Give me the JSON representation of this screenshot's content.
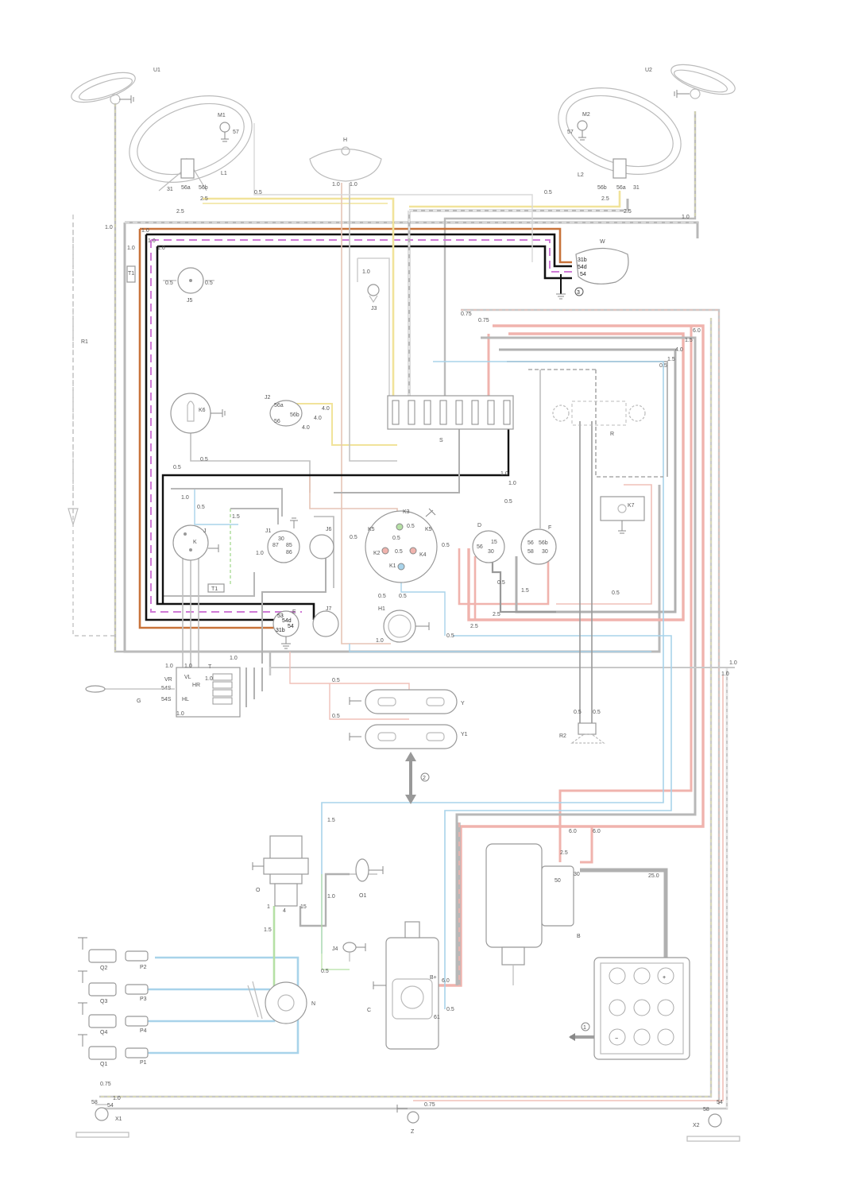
{
  "components": {
    "U1": "U1",
    "U2": "U2",
    "M1": "M1",
    "M2": "M2",
    "L1": "L1",
    "L2": "L2",
    "H": "H",
    "W": "W",
    "J3": "J3",
    "J5": "J5",
    "T1": "T1",
    "R1": "R1",
    "K6": "K6",
    "J2": "J2",
    "S": "S",
    "R": "R",
    "K7": "K7",
    "J": "J",
    "K": "K",
    "J1": "J1",
    "J6": "J6",
    "K3": "K3",
    "K5a": "K5",
    "K5b": "K5",
    "K2": "K2",
    "K4": "K4",
    "K1": "K1",
    "D": "D",
    "F": "F",
    "T1b": "T1",
    "E": "E",
    "J7": "J7",
    "H1": "H1",
    "T": "T",
    "G": "G",
    "Y": "Y",
    "Y1": "Y1",
    "R2": "R2",
    "O": "O",
    "O1": "O1",
    "J4": "J4",
    "N": "N",
    "C": "C",
    "B": "B",
    "Q1": "Q1",
    "Q2": "Q2",
    "Q3": "Q3",
    "Q4": "Q4",
    "P1": "P1",
    "P2": "P2",
    "P3": "P3",
    "P4": "P4",
    "X1": "X1",
    "X2": "X2",
    "Z": "Z"
  },
  "callouts": {
    "c1": "1",
    "c2": "2",
    "c3": "3"
  },
  "terminals": {
    "t31a": "31",
    "t56a": "56a",
    "t56b": "56b",
    "t57a": "57",
    "t31b": "31",
    "t56a2": "56a",
    "t56b2": "56b",
    "t57b": "57",
    "w31b": "31b",
    "w54d": "54d",
    "w54": "54",
    "j56a": "56a",
    "j56b": "56b",
    "j56": "56",
    "e54": "54",
    "e54d": "54d",
    "e31b": "31b",
    "e53": "53",
    "vl": "VL",
    "vr": "VR",
    "hr": "HR",
    "hl": "HL",
    "s54": "54S",
    "d30": "30",
    "d15": "15",
    "d56": "56",
    "f56": "56",
    "f56b": "56b",
    "f58": "58",
    "f30": "30",
    "j1_30": "30",
    "j1_86": "86",
    "j1_87": "87",
    "j1_85": "85",
    "b30": "30",
    "b50": "50",
    "cB": "B+",
    "cDF": "61",
    "o1": "1",
    "o4": "4",
    "o15": "15",
    "x58": "58",
    "x54": "54",
    "x58b": "58",
    "x54b": "54"
  },
  "wire_sizes": {
    "w1": "0.5",
    "w2": "0.5",
    "w3": "1.0",
    "w4": "1.0",
    "w5": "2.5",
    "w6": "2.5",
    "w7": "2.5",
    "w8": "2.5",
    "w9": "1.0",
    "w10": "1.0",
    "w11": "1.0",
    "w12": "1.0",
    "w13": "1.0",
    "w14": "0.75",
    "w15": "0.75",
    "w16": "6.0",
    "w17": "1.5",
    "w18": "4.0",
    "w19": "1.5",
    "w20": "0.5",
    "w21": "0.5",
    "w22": "4.0",
    "w23": "4.0",
    "w24": "0.5",
    "w25": "1.0",
    "w26": "1.0",
    "w27": "0.5",
    "w28": "0.5",
    "w29": "4.0",
    "w30": "0.5",
    "w31": "1.5",
    "w32": "1.0",
    "w33": "1.0",
    "w34": "0.5",
    "w35": "0.5",
    "w36": "0.5",
    "w37": "0.5",
    "w38": "0.5",
    "w39": "1.5",
    "w40": "2.5",
    "w41": "2.5",
    "w42": "0.5",
    "w43": "0.5",
    "w44": "1.0",
    "w45": "1.0",
    "w46": "0.5",
    "w47": "0.5",
    "w48": "0.5",
    "w49": "0.5",
    "w50": "0.5",
    "w51": "1.5",
    "w52": "6.0",
    "w53": "6.0",
    "w54": "2.5",
    "w55": "25.0",
    "w56": "1.5",
    "w57": "1.0",
    "w58": "0.5",
    "w59": "6.0",
    "w60": "0.5",
    "w61": "0.75",
    "w62": "1.0",
    "w63": "0.75",
    "w64": "1.0",
    "w65": "1.0",
    "w66": "1.0",
    "w67": "1.0",
    "w68": "1.0",
    "w69": "1.0",
    "w70": "0.5",
    "w71": "1.0",
    "w72": "1.0",
    "w73": "0.5",
    "w74": "0.5"
  },
  "colors": {
    "black": "#111111",
    "brown": "#c8733a",
    "red": "#f0b3ad",
    "grey": "#a9a9a9",
    "lightgrey": "#cfcfcf",
    "yellow": "#f1e39a",
    "blue": "#a8d3ea",
    "green": "#b5e0a5",
    "pink": "#e6b9b3",
    "violet": "#cf7ad6"
  }
}
